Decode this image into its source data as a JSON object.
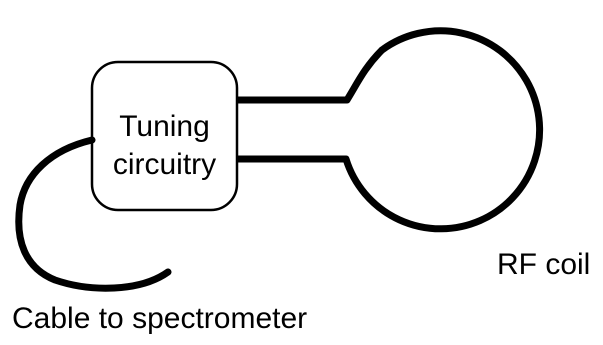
{
  "diagram": {
    "tuning_label_line1": "Tuning",
    "tuning_label_line2": "circuitry",
    "coil_label": "RF coil",
    "cable_label": "Cable to spectrometer",
    "stroke_color": "#000000",
    "background_color": "#ffffff"
  }
}
